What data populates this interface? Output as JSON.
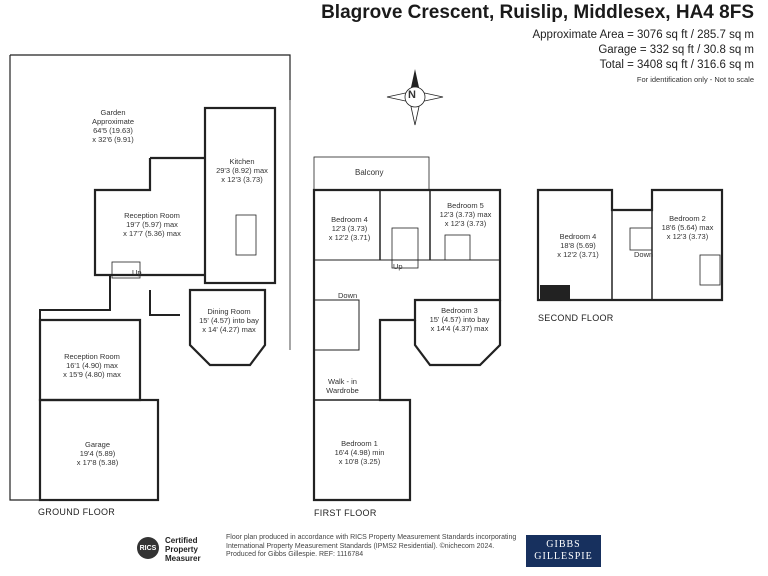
{
  "header": {
    "title": "Blagrove Crescent, Ruislip, Middlesex, HA4 8FS",
    "approx_area": "Approximate Area = 3076 sq ft / 285.7 sq m",
    "garage_area": "Garage = 332 sq ft / 30.8 sq m",
    "total_area": "Total = 3408 sq ft / 316.6 sq m",
    "note": "For identification only - Not to scale"
  },
  "compass": {
    "label": "N"
  },
  "ground_floor": {
    "label": "GROUND FLOOR",
    "garden": [
      "Garden",
      "Approximate",
      "64'5 (19.63)",
      "x 32'6 (9.91)"
    ],
    "kitchen": [
      "Kitchen",
      "29'3 (8.92) max",
      "x 12'3 (3.73)"
    ],
    "reception1": [
      "Reception Room",
      "19'7 (5.97) max",
      "x 17'7 (5.36) max"
    ],
    "up": "Up",
    "dining": [
      "Dining Room",
      "15' (4.57) into bay",
      "x 14' (4.27) max"
    ],
    "reception2": [
      "Reception Room",
      "16'1 (4.90) max",
      "x 15'9 (4.80) max"
    ],
    "garage": [
      "Garage",
      "19'4 (5.89)",
      "x 17'8 (5.38)"
    ]
  },
  "first_floor": {
    "label": "FIRST FLOOR",
    "balcony": "Balcony",
    "bedroom4": [
      "Bedroom 4",
      "12'3 (3.73)",
      "x 12'2 (3.71)"
    ],
    "bedroom5": [
      "Bedroom 5",
      "12'3 (3.73) max",
      "x 12'3 (3.73)"
    ],
    "up": "Up",
    "down": "Down",
    "bedroom3": [
      "Bedroom 3",
      "15' (4.57) into bay",
      "x 14'4 (4.37) max"
    ],
    "walkin": [
      "Walk - in",
      "Wardrobe"
    ],
    "bedroom1": [
      "Bedroom 1",
      "16'4 (4.98) min",
      "x 10'8 (3.25)"
    ]
  },
  "second_floor": {
    "label": "SECOND FLOOR",
    "bedroom4": [
      "Bedroom 4",
      "18'8 (5.69)",
      "x 12'2 (3.71)"
    ],
    "bedroom2": [
      "Bedroom 2",
      "18'6 (5.64) max",
      "x 12'3 (3.73)"
    ],
    "down": "Down"
  },
  "footer": {
    "rics_logo": "RICS",
    "rics_badge": [
      "Certified",
      "Property",
      "Measurer"
    ],
    "lines": [
      "Floor plan produced in accordance with RICS Property Measurement Standards incorporating",
      "International Property Measurement Standards (IPMS2 Residential).  ©nichecom 2024.",
      "Produced for Gibbs Gillespie.   REF:  1116784"
    ],
    "brand": [
      "GIBBS",
      "GILLESPIE"
    ]
  },
  "colors": {
    "wall": "#222222",
    "brand": "#17305e"
  }
}
